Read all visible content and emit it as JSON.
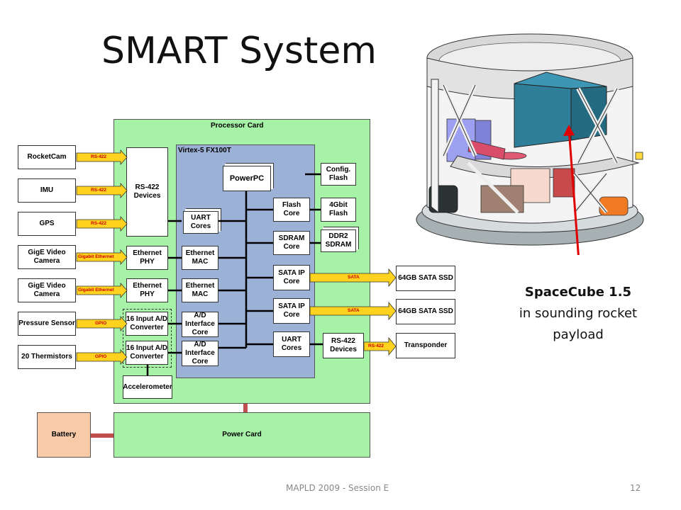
{
  "slide": {
    "title": "SMART System",
    "caption_bold": "SpaceCube 1.5",
    "caption_line2": "in sounding rocket",
    "caption_line3": "payload",
    "footer": "MAPLD 2009 - Session E",
    "page_number": "12"
  },
  "diagram": {
    "processor_card": "Processor Card",
    "virtex": "Virtex-5 FX100T",
    "power_card": "Power Card",
    "battery": "Battery",
    "sensors": [
      "RocketCam",
      "IMU",
      "GPS",
      "GigE Video Camera",
      "GigE Video Camera",
      "Pressure Sensor",
      "20 Thermistors"
    ],
    "links": [
      "RS-422",
      "RS-422",
      "RS-422",
      "Gigabit Ethernet",
      "Gigabit Ethernet",
      "GPIO",
      "GPIO"
    ],
    "interfaces": [
      "RS-422 Devices",
      "Ethernet PHY",
      "Ethernet PHY",
      "16 Input A/D Converter",
      "16 Input A/D Converter",
      "Accelerometer"
    ],
    "fpga_blocks": [
      "PowerPC",
      "UART Cores",
      "Ethernet MAC",
      "Ethernet MAC",
      "A/D Interface Core",
      "A/D Interface Core",
      "Flash Core",
      "SDRAM Core",
      "SATA IP Core",
      "SATA IP Core",
      "UART Cores"
    ],
    "memory": [
      "Config. Flash",
      "4Gbit Flash",
      "DDR2 SDRAM"
    ],
    "rs422_right": "RS-422 Devices",
    "outputs": [
      "64GB SATA SSD",
      "64GB SATA SSD",
      "Transponder"
    ],
    "out_links": [
      "SATA",
      "SATA",
      "RS-422"
    ]
  },
  "colors": {
    "card_green": "#a6f2a6",
    "fpga_blue": "#9cb1d6",
    "battery": "#f8caa8",
    "arrow_yellow": "#ffd21f",
    "bus_red": "#c0504d",
    "pointer_red": "#e00000"
  }
}
